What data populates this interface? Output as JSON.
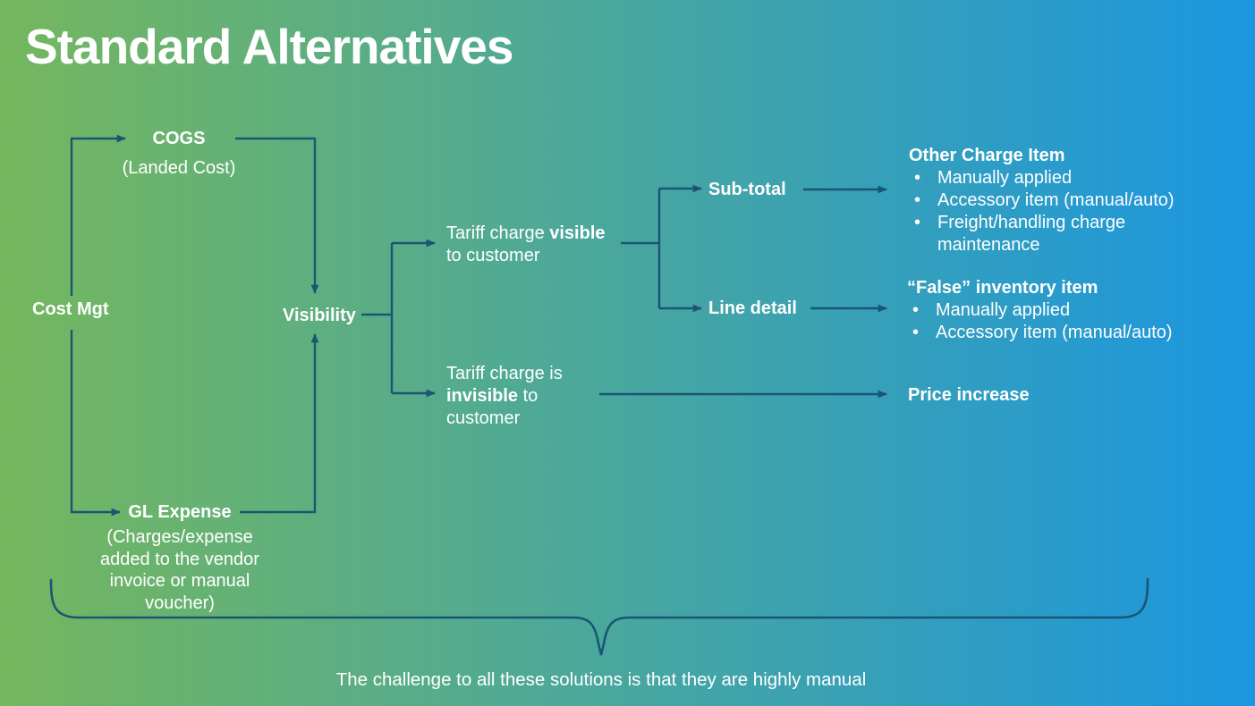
{
  "slide": {
    "title": "Standard Alternatives",
    "bottom_note": "The challenge to all these solutions is that they are highly manual"
  },
  "colors": {
    "gradient_left": "#75b75e",
    "gradient_right": "#1b96e0",
    "connector": "#1a5674",
    "text": "#ffffff"
  },
  "nodes": {
    "cost_mgt": "Cost Mgt",
    "cogs": "COGS",
    "cogs_sub": "(Landed Cost)",
    "gl_expense": "GL Expense",
    "gl_expense_sub": "(Charges/expense added to the vendor invoice or manual voucher)",
    "visibility": "Visibility",
    "visible_line1_regular": "Tariff charge ",
    "visible_line1_bold": "visible",
    "visible_line2": "to customer",
    "invisible_line1": "Tariff charge is",
    "invisible_line2_bold": "invisible",
    "invisible_line2_regular": " to",
    "invisible_line3": "customer",
    "subtotal": "Sub-total",
    "line_detail": "Line detail",
    "price_increase": "Price increase"
  },
  "right_lists": {
    "other_charge": {
      "header": "Other Charge Item",
      "items": [
        "Manually applied",
        "Accessory item (manual/auto)",
        "Freight/handling charge maintenance"
      ]
    },
    "false_inventory": {
      "header": "“False” inventory item",
      "items": [
        "Manually applied",
        "Accessory item (manual/auto)"
      ]
    }
  }
}
